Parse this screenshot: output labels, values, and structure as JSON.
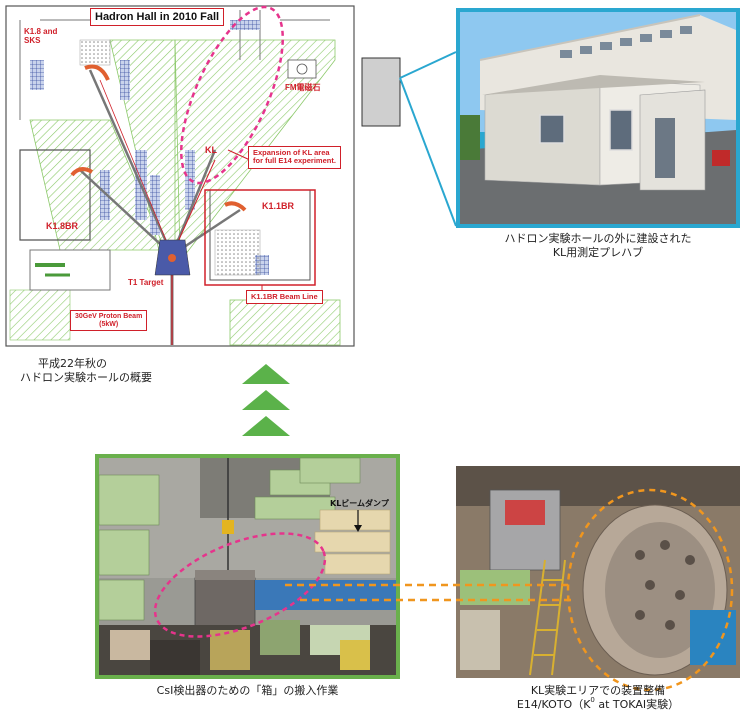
{
  "floor_plan": {
    "title": "Hadron Hall in 2010 Fall",
    "labels": {
      "k18_sks_line1": "K1.8 and",
      "k18_sks_line2": "SKS",
      "fm_magnet": "FM電磁石",
      "kl": "KL",
      "expansion_line1": "Expansion of KL area",
      "expansion_line2": "for full E14 experiment.",
      "k11br": "K1.1BR",
      "k18br": "K1.8BR",
      "t1_target": "T1 Target",
      "k11br_beam_line": "K1.1BR Beam Line",
      "proton_beam_line1": "30GeV Proton Beam",
      "proton_beam_line2": "(5kW)"
    },
    "caption_line1": "平成22年秋の",
    "caption_line2": "ハドロン実験ホールの概要"
  },
  "photos": {
    "prefab": {
      "caption_line1": "ハドロン実験ホールの外に建設された",
      "caption_line2": "KL用測定プレハブ"
    },
    "csi": {
      "dump_label": "KLビームダンプ",
      "caption": "CsI検出器のための「箱」の搬入作業"
    },
    "kl_area": {
      "caption_line1": "KL実験エリアでの装置整備",
      "caption_line2_pre": "E14/KOTO（K",
      "caption_line2_sup": "0",
      "caption_line2_post": " at TOKAI実験）"
    }
  },
  "colors": {
    "label_red": "#d0202a",
    "dashed_pink": "#e6348c",
    "dashed_orange": "#f0961e",
    "arrow_green": "#5bb24a",
    "frame_blue": "#2aa7d0",
    "frame_green": "#6ab04c",
    "hatch_green": "#8cc96a"
  }
}
